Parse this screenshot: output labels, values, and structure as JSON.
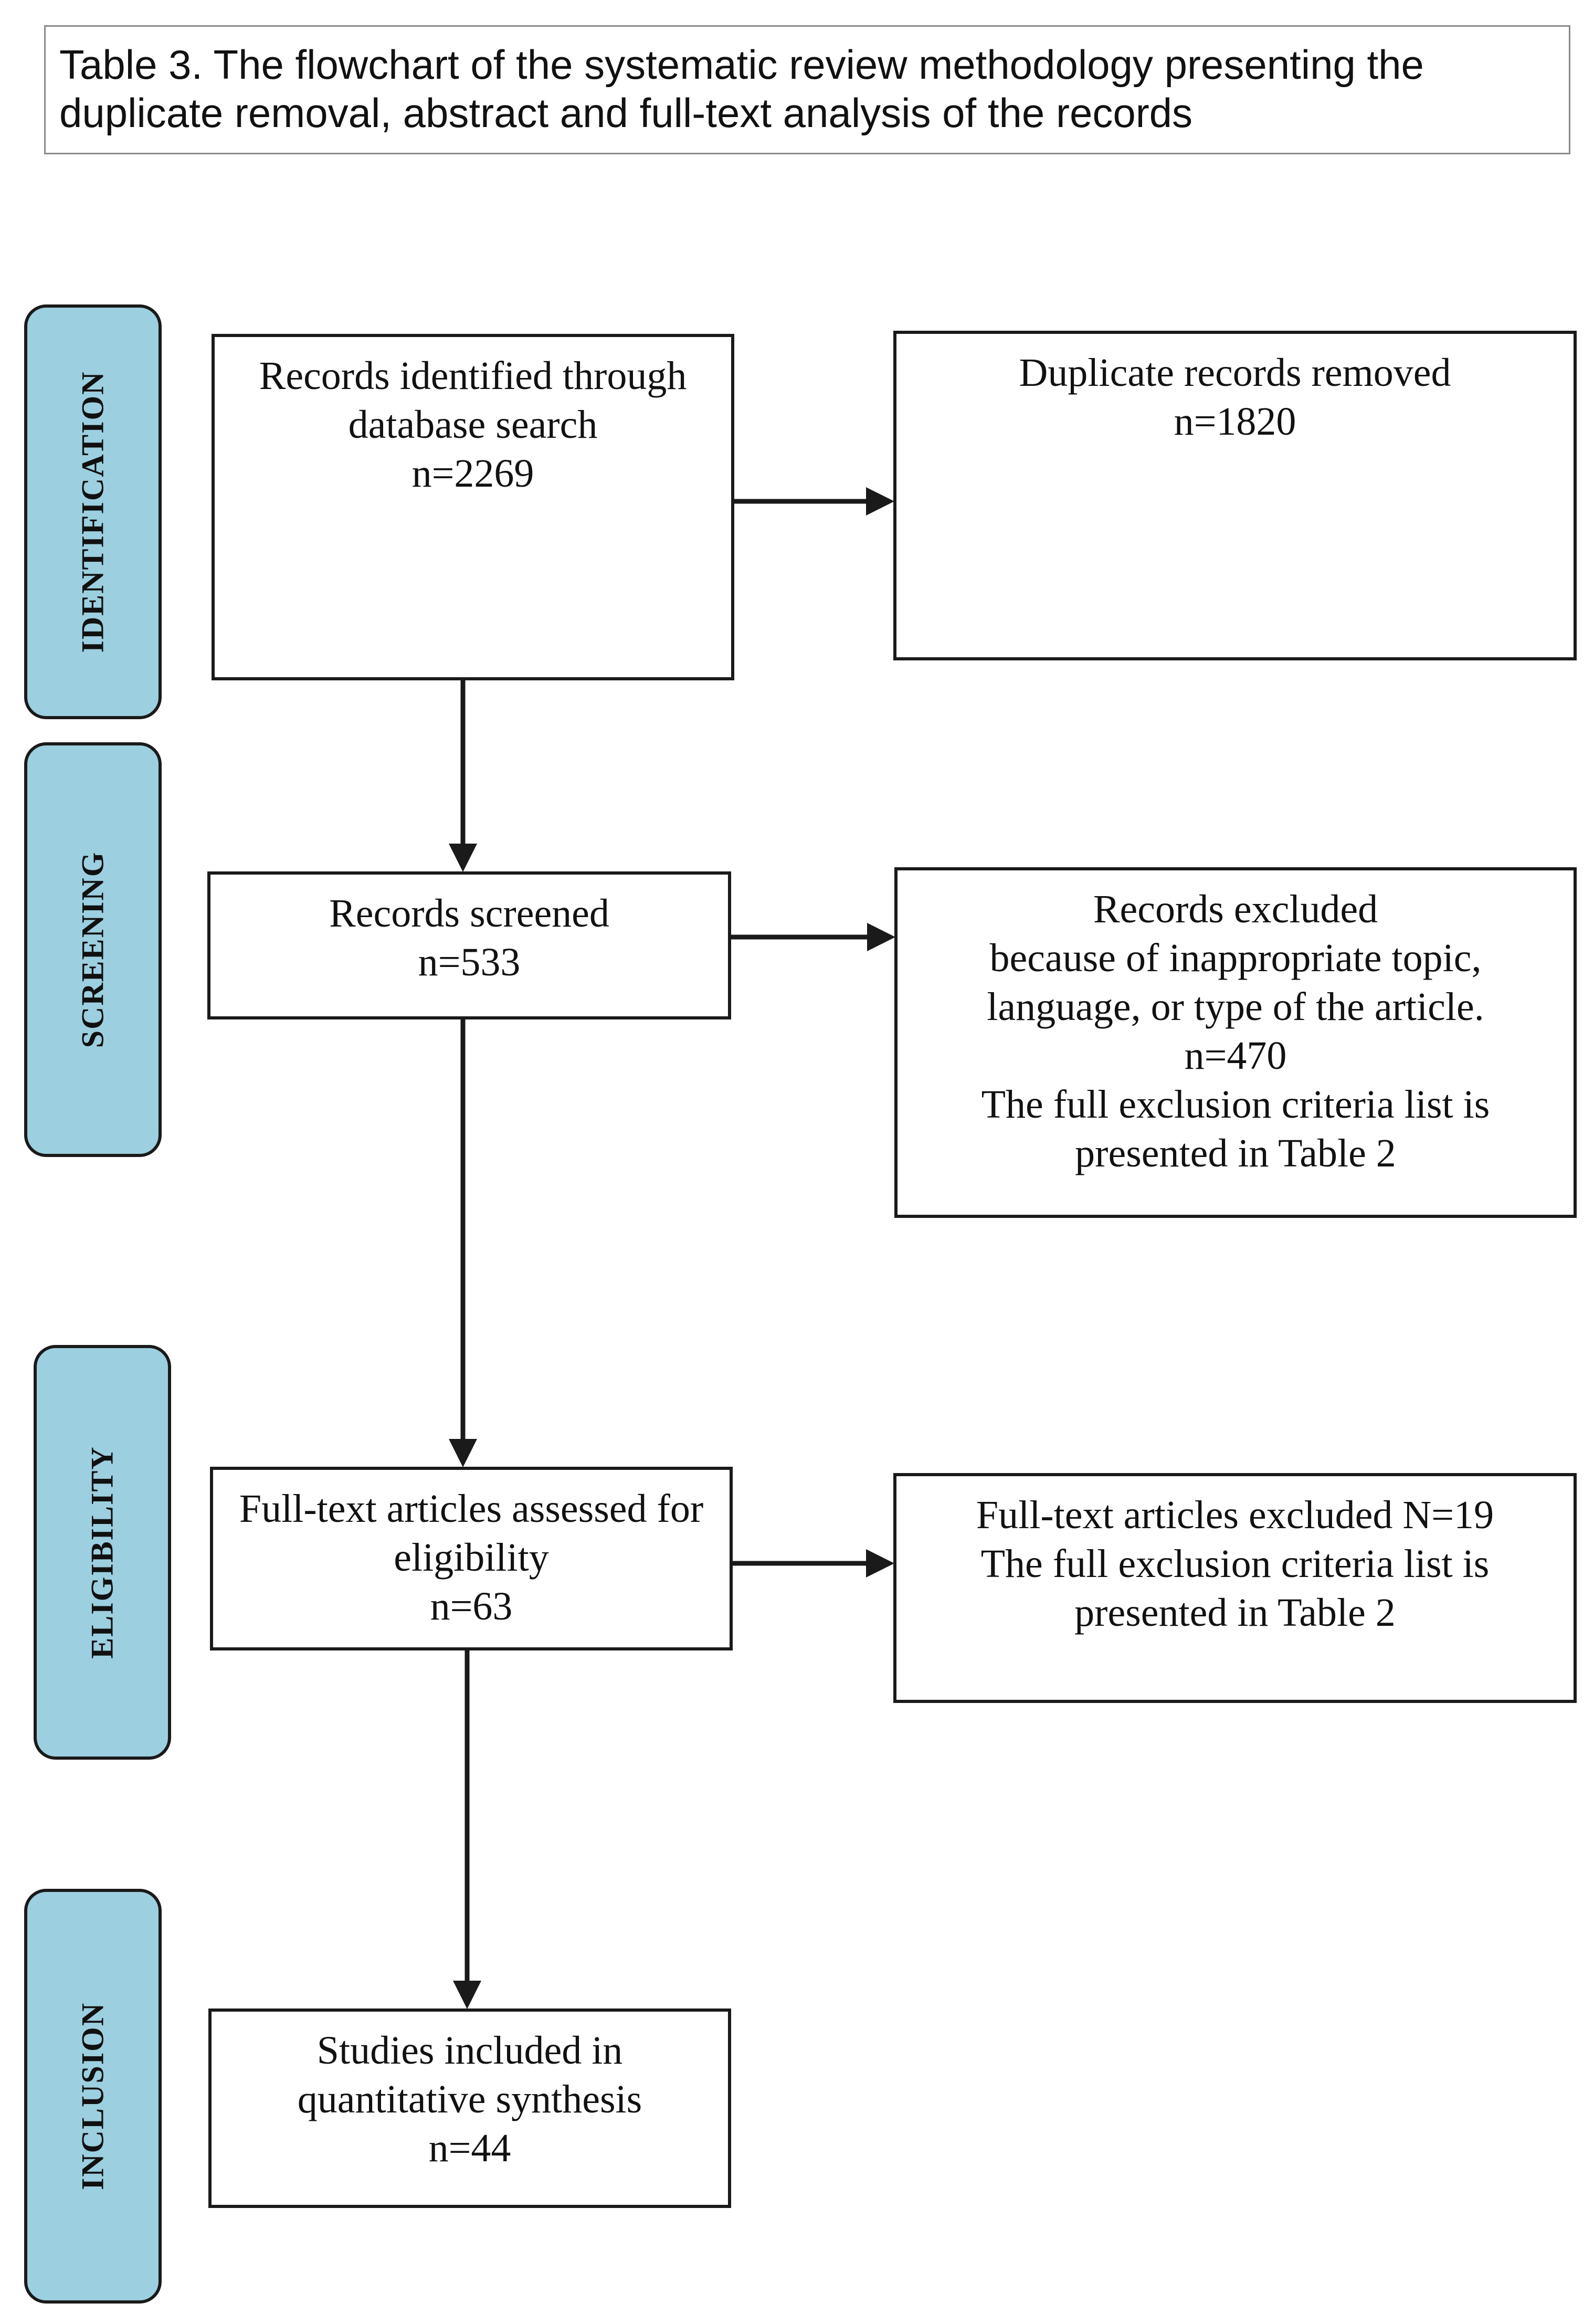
{
  "title": "Table 3. The flowchart of the systematic review methodology presenting the\nduplicate removal, abstract and full-text analysis of the records",
  "stages": {
    "identification": "IDENTIFICATION",
    "screening": "SCREENING",
    "eligibility": "ELIGIBILITY",
    "inclusion": "INCLUSION"
  },
  "boxes": {
    "identified": "Records identified through\ndatabase search\nn=2269",
    "duplicates": "Duplicate records removed\nn=1820",
    "screened": "Records screened\nn=533",
    "excluded_screening": "Records excluded\nbecause of inappropriate topic,\nlanguage, or type of the article.\nn=470\nThe full exclusion criteria list is\npresented in Table 2",
    "fulltext": "Full-text articles assessed for\neligibility\nn=63",
    "excluded_fulltext": "Full-text articles excluded N=19\nThe full exclusion criteria list is\npresented in Table 2",
    "included": "Studies included in\nquantitative synthesis\nn=44"
  },
  "colors": {
    "stage_fill": "#9ccfdf",
    "stroke": "#1a1a1a"
  }
}
